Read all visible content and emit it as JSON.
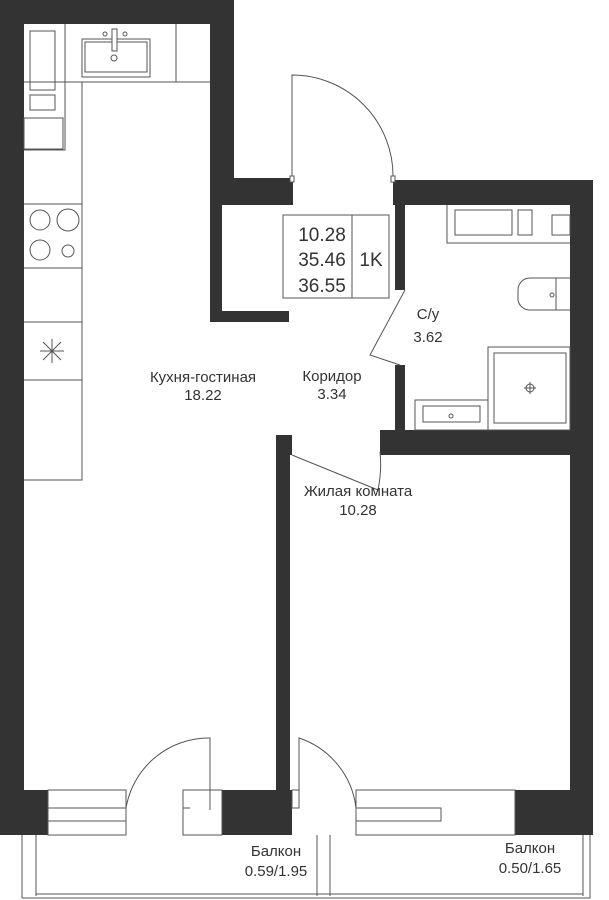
{
  "summary": {
    "living_area": "10.28",
    "total_area": "35.46",
    "total_area_with_balcony": "36.55",
    "type": "1K"
  },
  "rooms": {
    "kitchen": {
      "name": "Кухня-гостиная",
      "area": "18.22"
    },
    "corridor": {
      "name": "Коридор",
      "area": "3.34"
    },
    "bathroom": {
      "name": "С/у",
      "area": "3.62"
    },
    "bedroom": {
      "name": "Жилая комната",
      "area": "10.28"
    },
    "balcony_left": {
      "name": "Балкон",
      "area": "0.59/1.95"
    },
    "balcony_right": {
      "name": "Балкон",
      "area": "0.50/1.65"
    }
  },
  "colors": {
    "wall": "#333333",
    "line": "#555555"
  }
}
